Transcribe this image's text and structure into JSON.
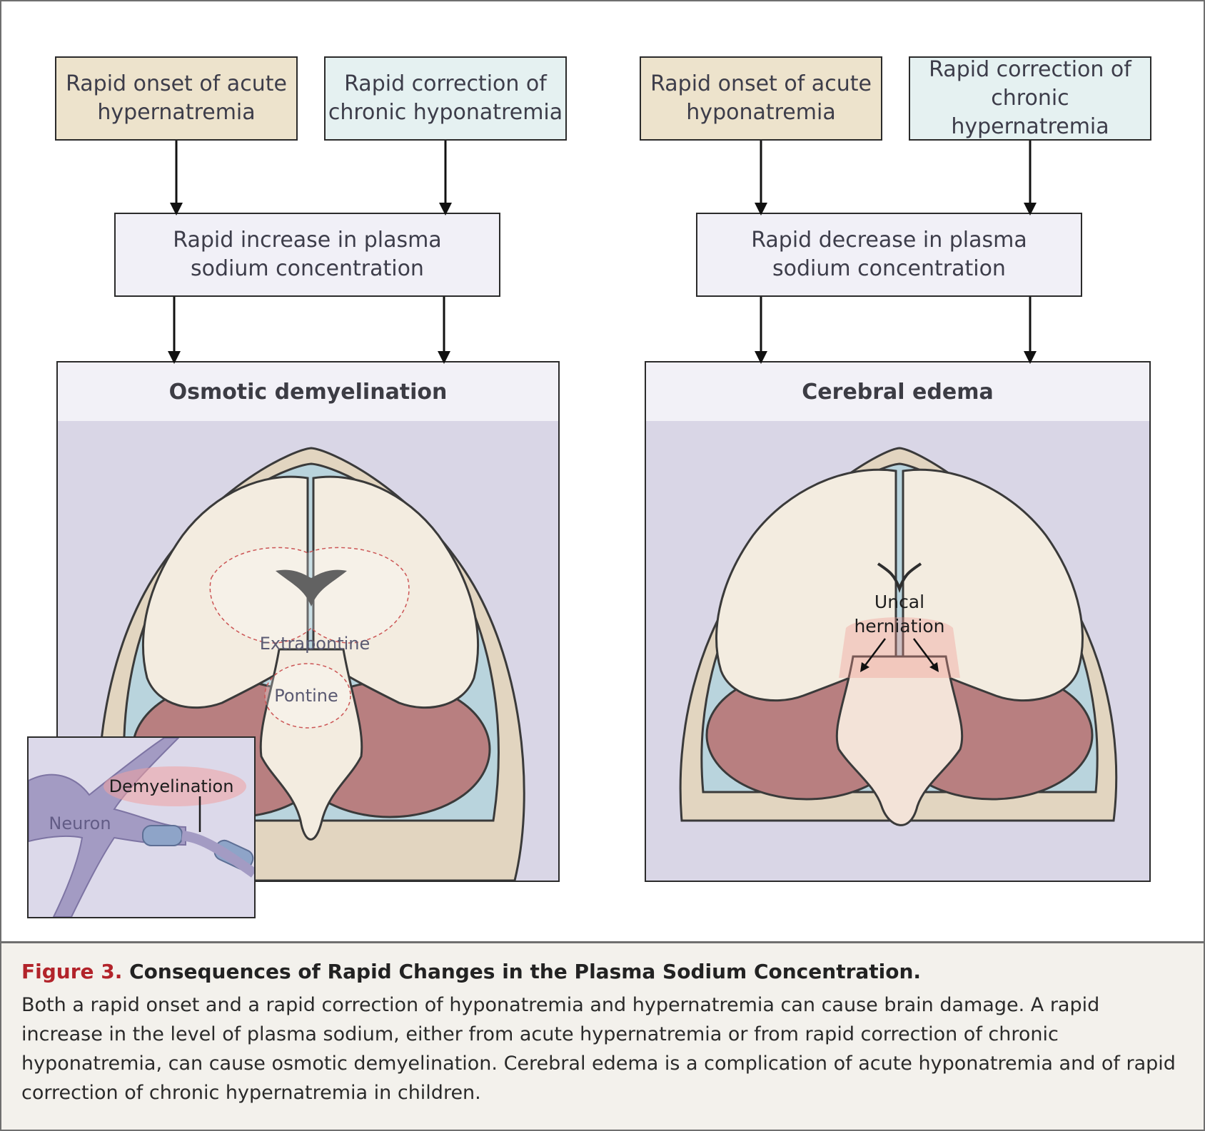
{
  "boxes": {
    "left_top_1": "Rapid onset of acute\nhypernatremia",
    "left_top_2": "Rapid correction of\nchronic hyponatremia",
    "left_mid": "Rapid increase in plasma\nsodium concentration",
    "right_top_1": "Rapid onset of acute\nhyponatremia",
    "right_top_2": "Rapid correction of\nchronic hypernatremia",
    "right_mid": "Rapid decrease in plasma\nsodium concentration"
  },
  "panels": {
    "left_title": "Osmotic demyelination",
    "right_title": "Cerebral edema"
  },
  "labels": {
    "extrapontine": "Extrapontine",
    "pontine": "Pontine",
    "uncal_line1": "Uncal",
    "uncal_line2": "herniation",
    "demyelination": "Demyelination",
    "neuron": "Neuron"
  },
  "caption": {
    "figure_label": "Figure 3.",
    "title": "Consequences of Rapid Changes in the Plasma Sodium Concentration.",
    "body": "Both a rapid onset and a rapid correction of hyponatremia and hypernatremia can cause brain damage. A rapid increase in the level of plasma sodium, either from acute hypernatremia or from rapid correction of chronic hyponatremia, can cause osmotic demyelination. Cerebral edema is a complication of acute hyponatremia and of rapid correction of chronic hypernatremia in children."
  },
  "colors": {
    "tan_box": "#ede3cc",
    "mint_box": "#e5f1f1",
    "lavender_box": "#f1f0f7",
    "panel_background": "#d9d6e6",
    "figure_label_red": "#b2232a",
    "caption_background": "#f3f1ec"
  }
}
